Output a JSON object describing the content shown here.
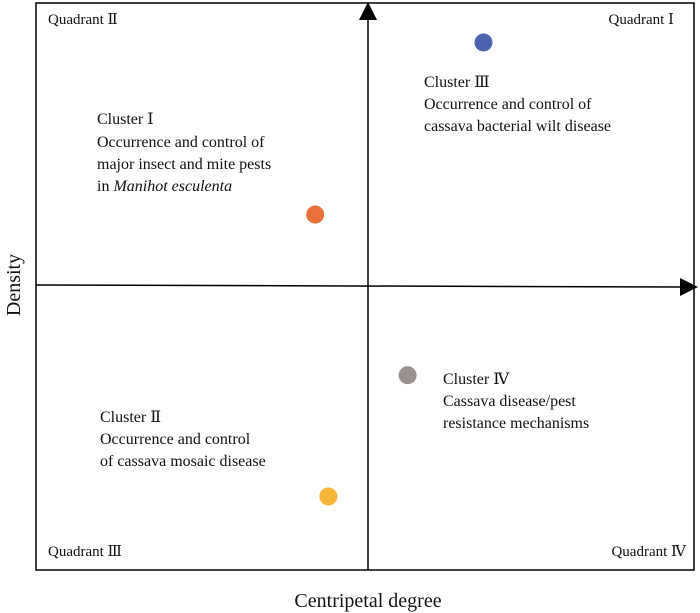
{
  "chart_data": {
    "type": "scatter",
    "title": "",
    "xlabel": "Centripetal degree",
    "ylabel": "Density",
    "xlim": [
      -1,
      1
    ],
    "ylim": [
      -1,
      1
    ],
    "grid": false,
    "quadrants": {
      "q1": "Quadrant Ⅰ",
      "q2": "Quadrant Ⅱ",
      "q3": "Quadrant Ⅲ",
      "q4": "Quadrant Ⅳ"
    },
    "points": [
      {
        "id": "cluster-1",
        "name": "Cluster Ⅰ",
        "x": -0.16,
        "y": 0.25,
        "color": "#E8703A",
        "lines": [
          "Occurrence and control of",
          "major insect and mite pests"
        ],
        "line_prefix": "in ",
        "line_italic": "Manihot esculenta"
      },
      {
        "id": "cluster-2",
        "name": "Cluster Ⅱ",
        "x": -0.12,
        "y": -0.75,
        "color": "#F6B43A",
        "lines": [
          "Occurrence and control",
          "of cassava mosaic disease"
        ]
      },
      {
        "id": "cluster-3",
        "name": "Cluster Ⅲ",
        "x": 0.35,
        "y": 0.86,
        "color": "#4A64B0",
        "lines": [
          "Occurrence and control of",
          "cassava bacterial wilt disease"
        ]
      },
      {
        "id": "cluster-4",
        "name": "Cluster Ⅳ",
        "x": 0.12,
        "y": -0.32,
        "color": "#9A9090",
        "lines": [
          "Cassava disease/pest",
          "resistance mechanisms"
        ]
      }
    ]
  }
}
